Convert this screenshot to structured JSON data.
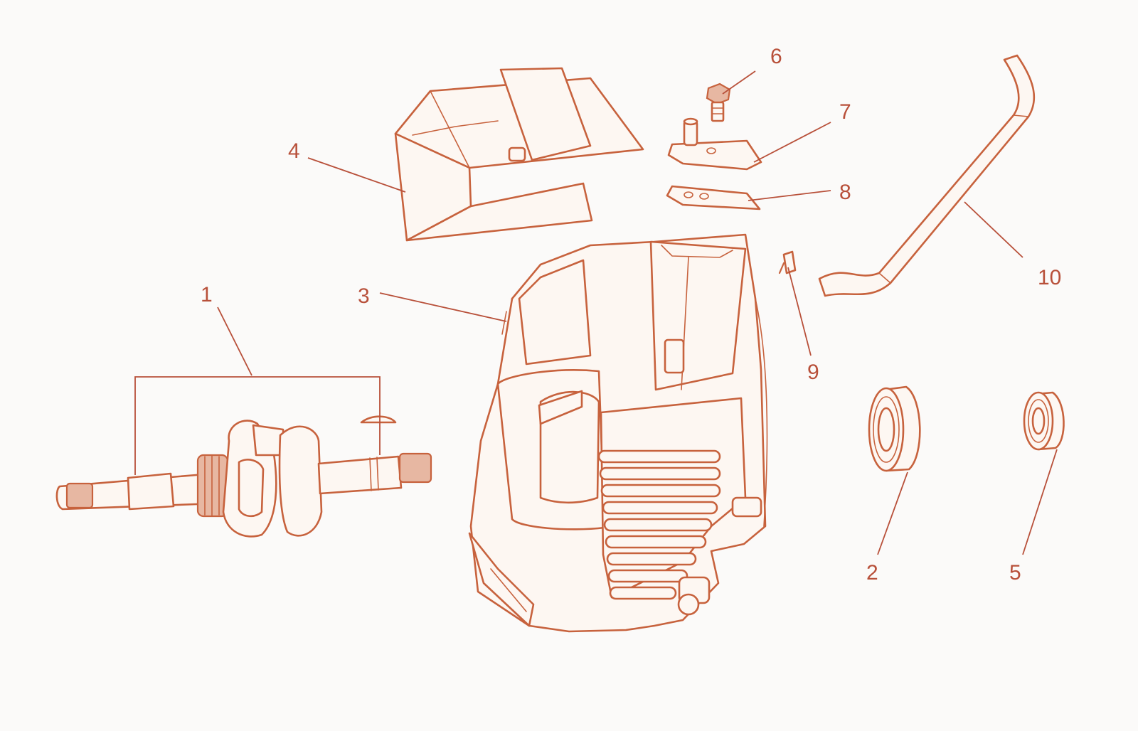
{
  "callouts": [
    "1",
    "2",
    "3",
    "4",
    "5",
    "6",
    "7",
    "8",
    "9",
    "10"
  ],
  "colors": {
    "line": "#c7623d",
    "text": "#b8503a",
    "background": "#fbfaf9"
  }
}
